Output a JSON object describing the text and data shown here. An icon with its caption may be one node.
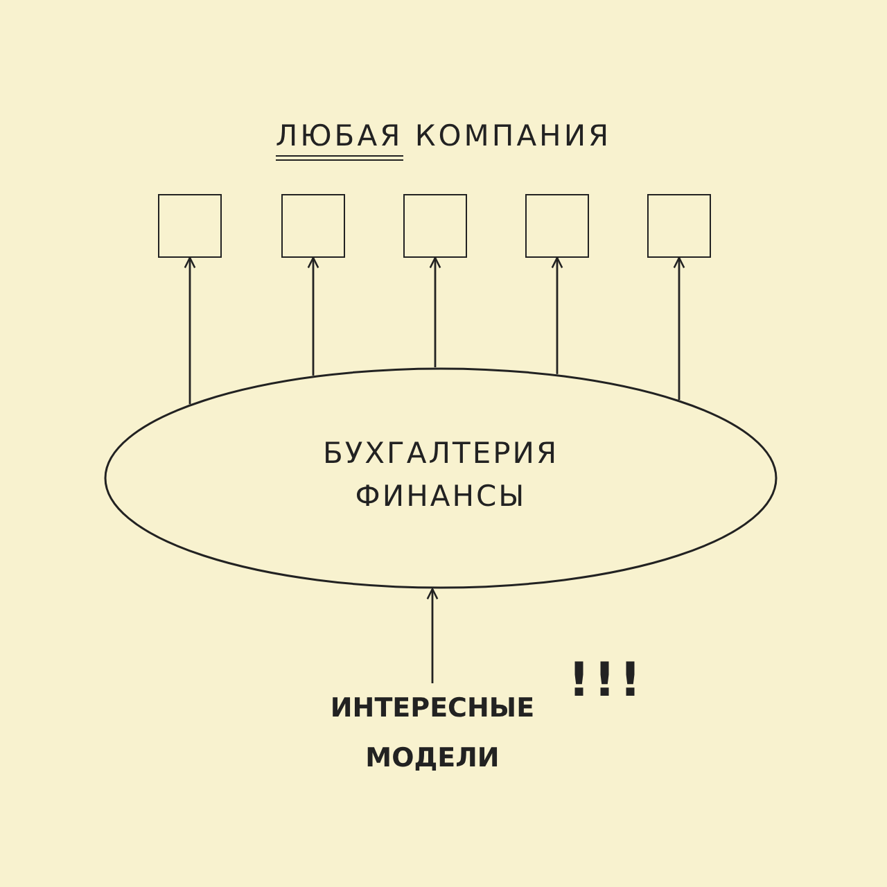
{
  "diagram": {
    "title": "ЛЮБАЯ КОМПАНИЯ",
    "nodes": [
      {
        "text": [],
        "shape": "box"
      },
      {
        "text": [],
        "shape": "box"
      },
      {
        "text": [],
        "shape": "box"
      },
      {
        "text": [],
        "shape": "box"
      },
      {
        "text": [],
        "shape": "box"
      },
      {
        "text": [
          "БУХГАЛТЕРИЯ",
          "ФИНАНСЫ"
        ]
      },
      {
        "text": [
          "ИНТЕРЕСНЫЕ МОДЕЛИ"
        ],
        "beside": [
          "!!!"
        ]
      }
    ],
    "edges": [
      {
        "from": 5,
        "to": 0,
        "arrow": "to"
      },
      {
        "from": 5,
        "to": 1,
        "arrow": "to"
      },
      {
        "from": 5,
        "to": 2,
        "arrow": "to"
      },
      {
        "from": 5,
        "to": 3,
        "arrow": "to"
      },
      {
        "from": 5,
        "to": 4,
        "arrow": "to"
      },
      {
        "from": 6,
        "to": 5,
        "arrow": "to"
      }
    ]
  }
}
